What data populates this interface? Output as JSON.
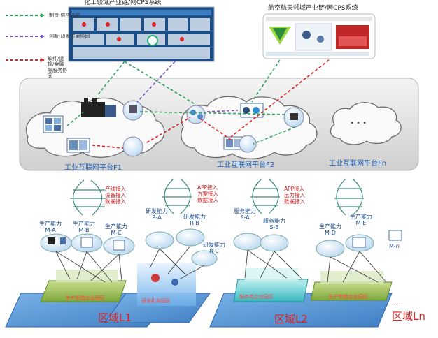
{
  "legend": [
    {
      "label": "制造-供应协同",
      "color": "#2ca05a"
    },
    {
      "label": "创新-研发方案协同",
      "color": "#7a4fbf"
    },
    {
      "label": "软件/运输/金融等服务协同",
      "color": "#e02020"
    }
  ],
  "systems": {
    "chem": "化工领域产业链/网CPS系统",
    "aero": "航空航天领域产业链/网CPS系统"
  },
  "platforms": {
    "f1": "工业互联网平台F1",
    "f2": "工业互联网平台F2",
    "fn": "工业互联网平台Fn",
    "ellipsis": "• • •"
  },
  "links": {
    "l1": "产线接入\n设备接入\n数据接入",
    "r": "APP接入\n方案接入\n数据接入",
    "s": "APP接入\n运力接入\n数据接入"
  },
  "capabilities": {
    "ma": "生产能力\nM-A",
    "mb": "生产能力\nM-B",
    "mc": "生产能力\nM-C",
    "ra": "研发能力\nR-A",
    "rb": "研发能力\nR-B",
    "rc": "研发能力\nR-C",
    "sa": "服务能力\nS-A",
    "sb": "服务能力\nS-B",
    "md": "生产能力\nM-D",
    "me": "生产能力\nM-E",
    "mn": "M-n"
  },
  "zones": {
    "prod1": "生产制造企业园区",
    "rd": "研发机构园区",
    "svc": "服务类企业园区",
    "prod2": "生产制造企业园区"
  },
  "regions": {
    "l1": "区域L1",
    "l2": "区域L2",
    "ln": "区域Ln",
    "dots": "·····"
  }
}
